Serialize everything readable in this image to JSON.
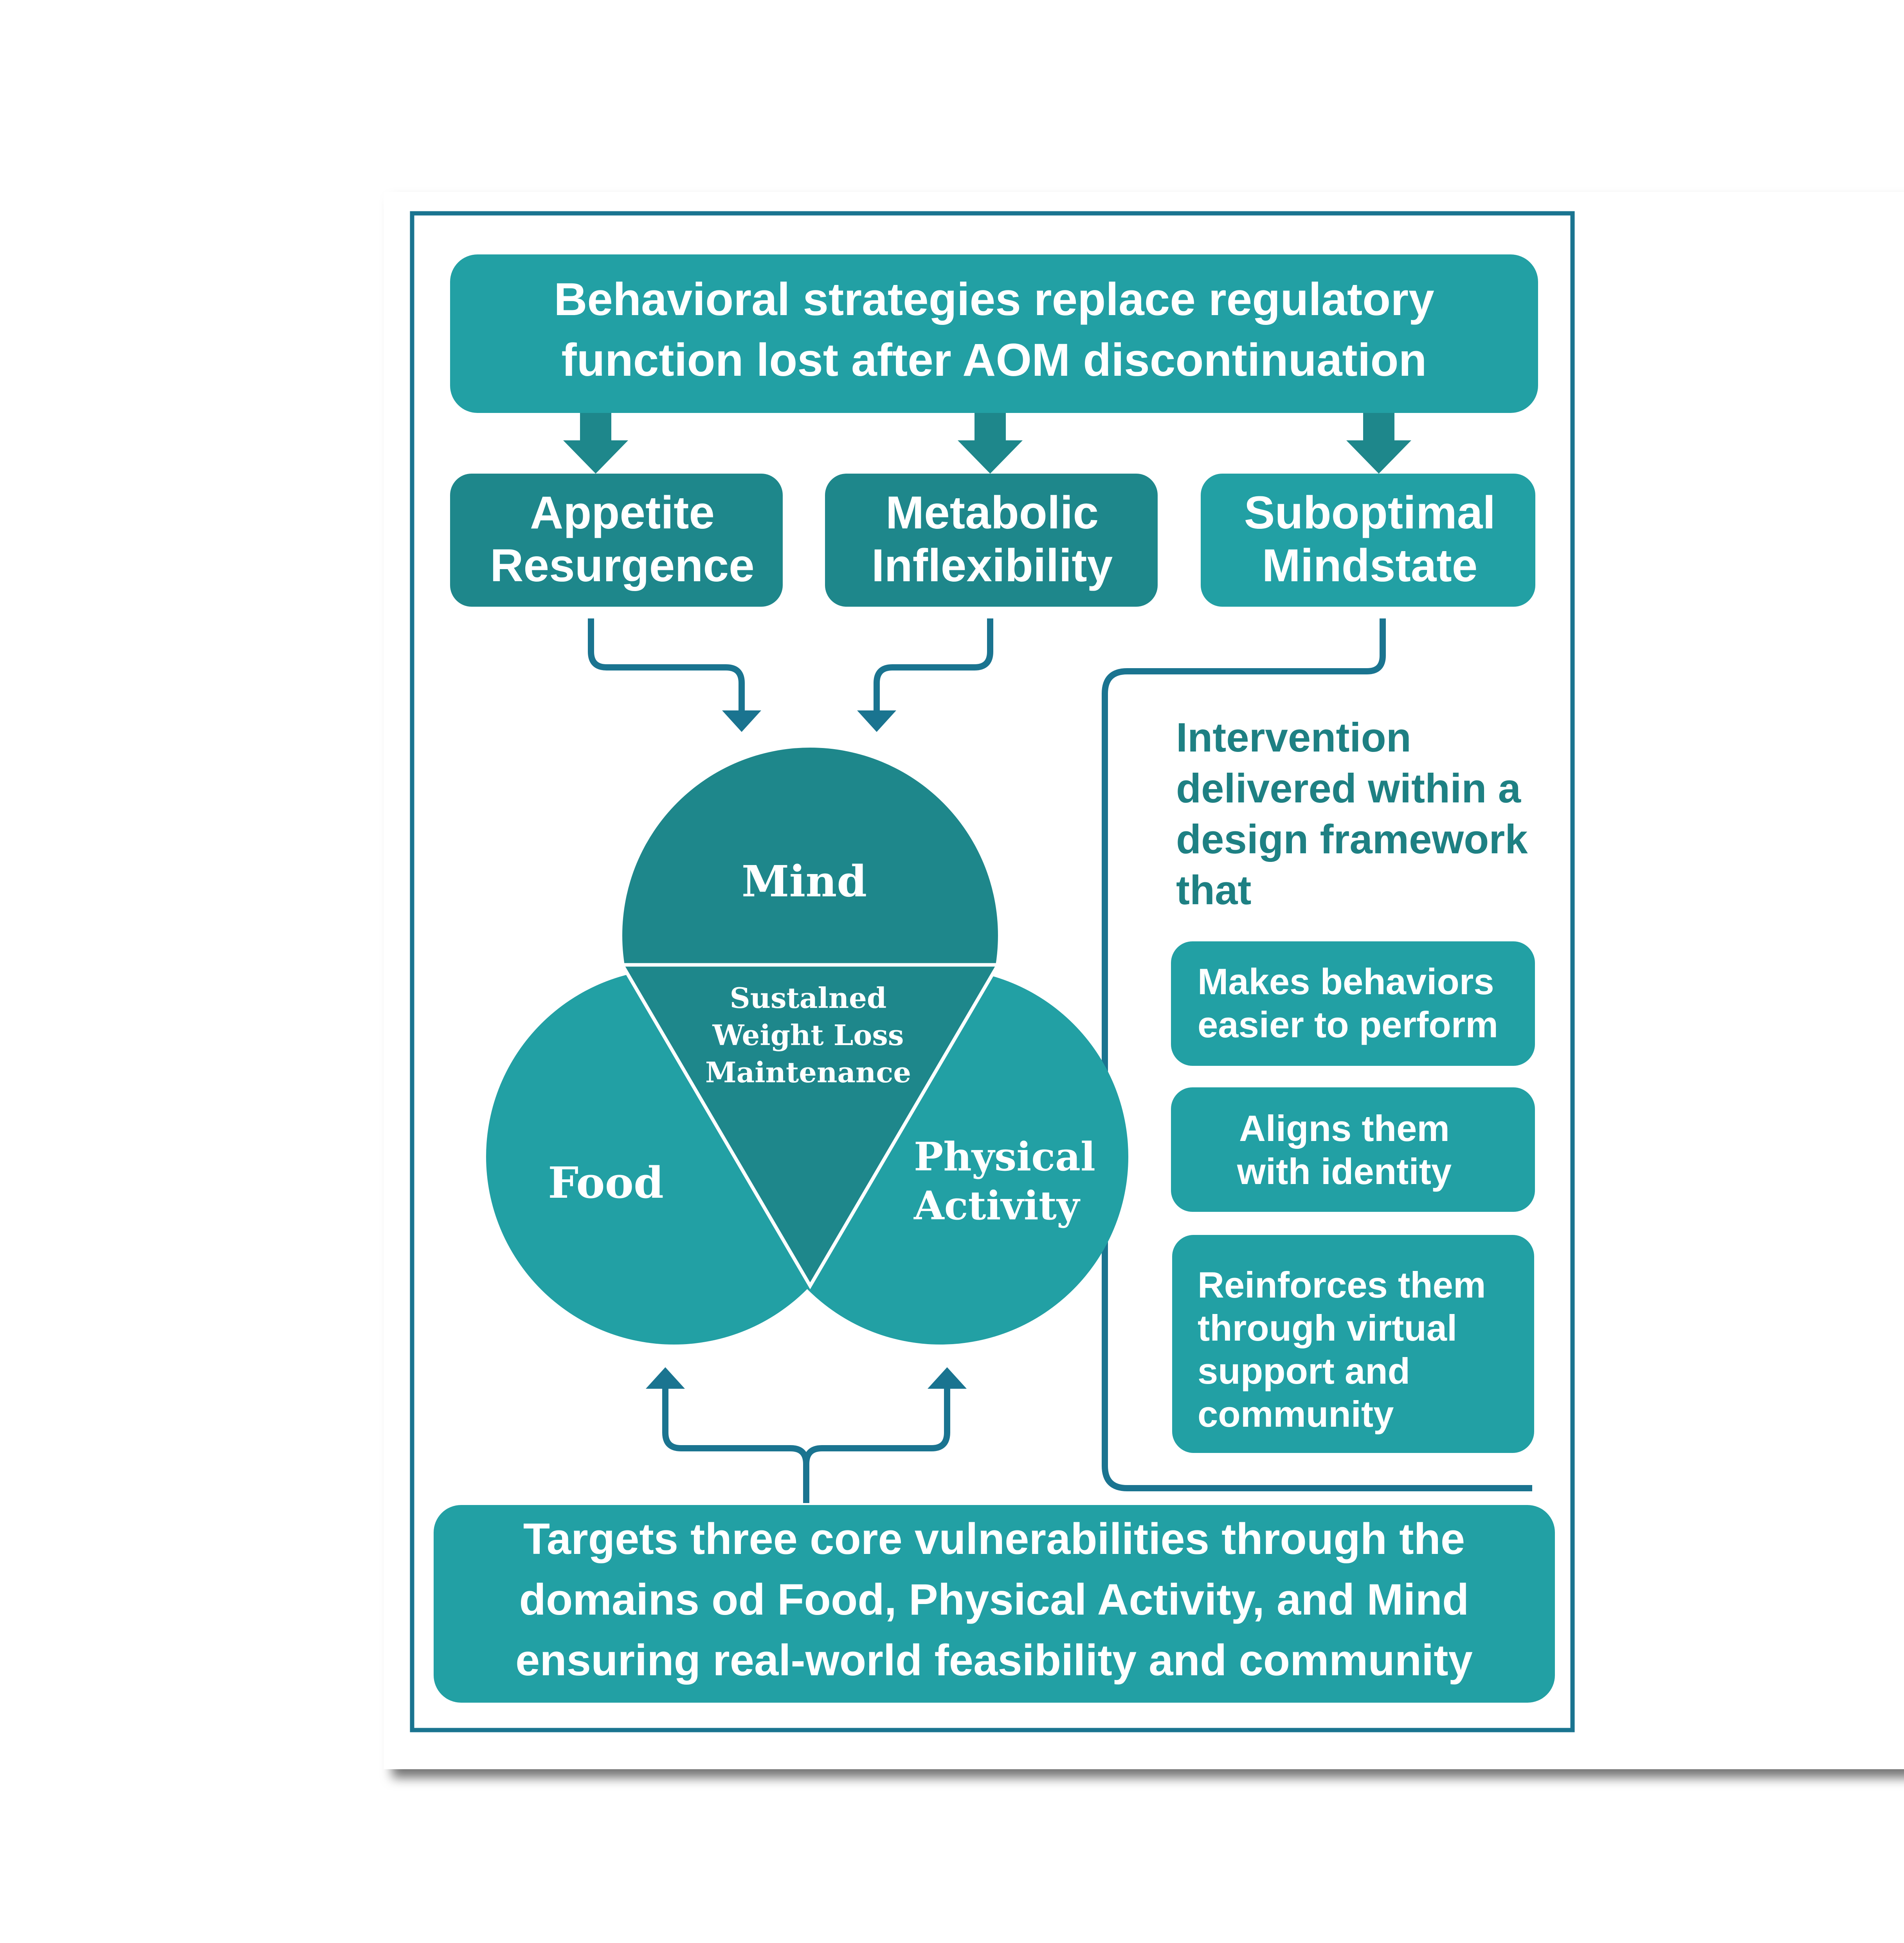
{
  "colors": {
    "teal_light": "#22a0a4",
    "teal_dark": "#1e878b",
    "frame_blue": "#1a7490",
    "arrow_teal": "#1e878b",
    "text_teal": "#1e8083",
    "white": "#ffffff"
  },
  "header": {
    "line1": "Behavioral strategies replace regulatory",
    "line2": "function lost after AOM discontinuation"
  },
  "vulnerabilities": [
    {
      "line1": "Appetite",
      "line2": "Resurgence"
    },
    {
      "line1": "Metabolic",
      "line2": "Inflexibility"
    },
    {
      "line1": "Suboptimal",
      "line2": "Mindstate"
    }
  ],
  "venn": {
    "mind": "Mind",
    "food": "Food",
    "physical_activity": {
      "line1": "Physical",
      "line2": "Activity"
    },
    "center": {
      "line1": "Sustalned",
      "line2": "Weight Loss",
      "line3": "Maintenance"
    }
  },
  "intervention": {
    "intro": [
      "Intervention",
      "delivered within a",
      "design framework",
      "that"
    ],
    "items": [
      {
        "lines": [
          "Makes behaviors",
          "easier to perform"
        ]
      },
      {
        "lines": [
          "Aligns them",
          "with identity"
        ]
      },
      {
        "lines": [
          "Reinforces them",
          "through virtual",
          "support and",
          "community"
        ]
      }
    ]
  },
  "footer": {
    "line1": "Targets three core vulnerabilities through the",
    "line2": "domains od Food, Physical Activity, and Mind",
    "line3": "ensuring real-world feasibility and community"
  }
}
